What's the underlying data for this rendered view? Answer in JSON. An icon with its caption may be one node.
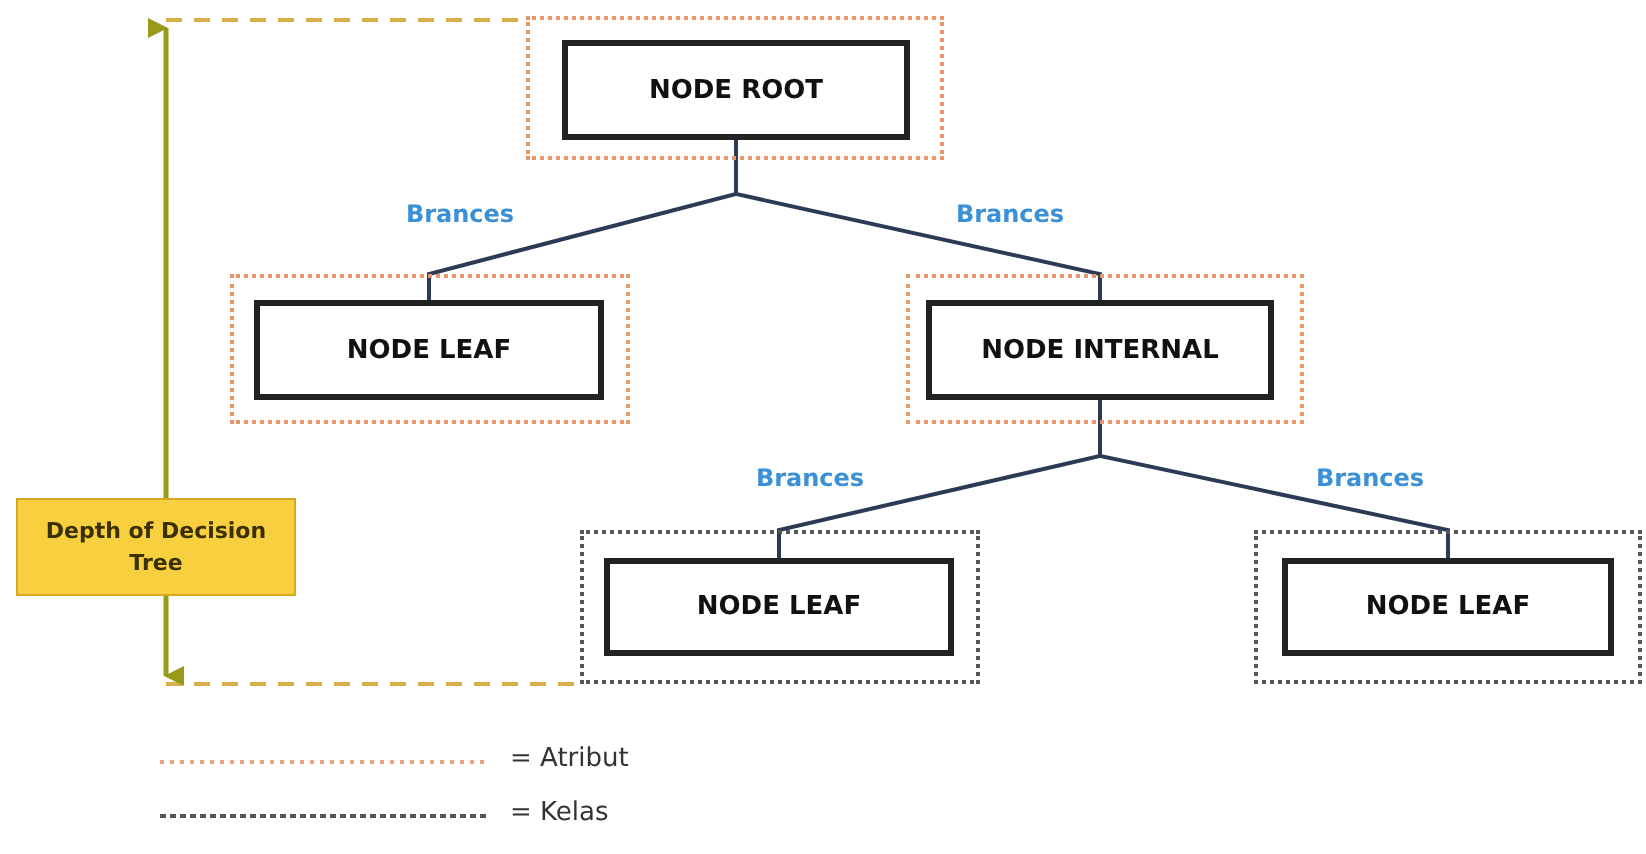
{
  "diagram": {
    "nodes": [
      {
        "text": [],
        "shape": "box"
      },
      {
        "text": [
          "NODE ROOT"
        ],
        "in": 0
      },
      {
        "text": [],
        "shape": "box"
      },
      {
        "text": [
          "NODE LEAF"
        ],
        "in": 2
      },
      {
        "text": [],
        "shape": "box"
      },
      {
        "text": [
          "NODE INTERNAL"
        ],
        "in": 4
      },
      {
        "text": [],
        "shape": "box"
      },
      {
        "text": [
          "NODE LEAF"
        ],
        "in": 6
      },
      {
        "text": [],
        "shape": "box"
      },
      {
        "text": [
          "NODE LEAF"
        ],
        "in": 8
      },
      {
        "text": [
          "Depth of Decision Tree"
        ]
      }
    ],
    "edges": [
      {
        "from": 1,
        "to": 3,
        "arrow": "none",
        "label": "Brances"
      },
      {
        "from": 1,
        "to": 5,
        "arrow": "none",
        "label": "Brances"
      },
      {
        "from": 5,
        "to": 7,
        "arrow": "none",
        "label": "Brances"
      },
      {
        "from": 5,
        "to": 9,
        "arrow": "none",
        "label": "Brances"
      }
    ],
    "legend": [
      {
        "text": "= Atribut"
      },
      {
        "text": "= Kelas"
      }
    ]
  }
}
